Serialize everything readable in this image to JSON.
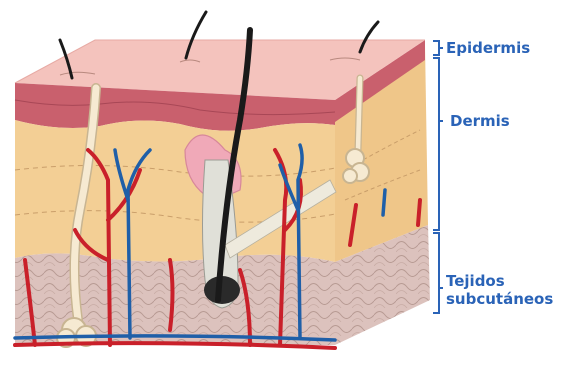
{
  "labels": {
    "epidermis": "Epidermis",
    "dermis": "Dermis",
    "subcutaneous_line1": "Tejidos",
    "subcutaneous_line2": "subcutáneos"
  },
  "colors": {
    "label_text": "#2a63b7",
    "bracket": "#2a63b7",
    "epidermis": "#f4c3bd",
    "stratum": "#c9606d",
    "dermis": "#f3cf95",
    "subcutaneous": "#dcc2bd",
    "artery": "#c9202a",
    "vein": "#1f5fa8",
    "hair": "#1a1a1a",
    "follicle": "#f0a9b8",
    "sweat_gland": "#f6ead2"
  }
}
